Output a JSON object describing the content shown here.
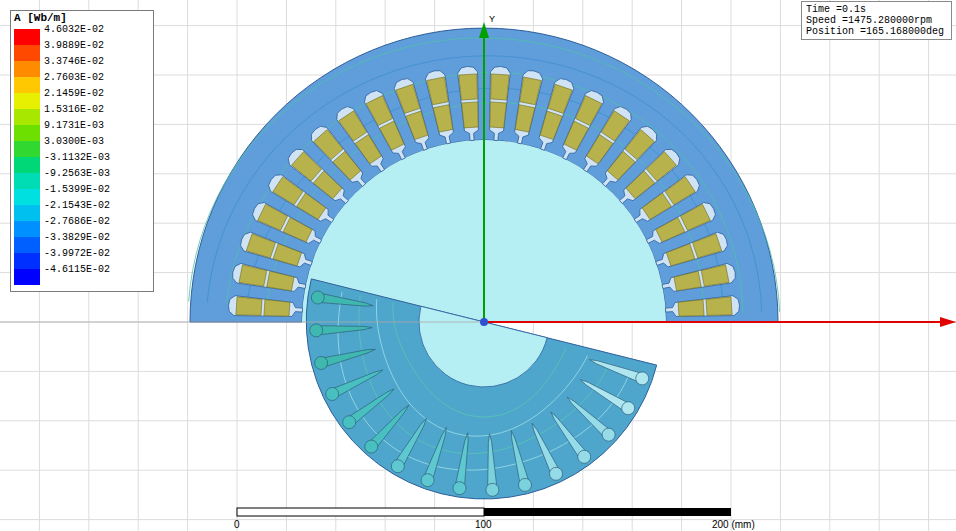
{
  "diagram": {
    "nodes": [
      {
        "text": [
          "Time =0.1s",
          "Speed =1475.280000rpm",
          "Position =165.168000deg"
        ]
      }
    ],
    "labels": [
      "A [Wb/m]",
      "Y",
      "0",
      "100",
      "200 (mm)"
    ],
    "legend": [
      {
        "text": "4.6032E-02",
        "color": "#ff0000"
      },
      {
        "text": "3.9889E-02",
        "color": "#ff4800"
      },
      {
        "text": "3.3746E-02",
        "color": "#ff8c00"
      },
      {
        "text": "2.7603E-02",
        "color": "#ffc800"
      },
      {
        "text": "2.1459E-02",
        "color": "#e6f000"
      },
      {
        "text": "1.5316E-02",
        "color": "#a8e800"
      },
      {
        "text": "9.1731E-03",
        "color": "#6ee000"
      },
      {
        "text": "3.0300E-03",
        "color": "#30d830"
      },
      {
        "text": "-3.1132E-03",
        "color": "#00d878"
      },
      {
        "text": "-9.2563E-03",
        "color": "#00dcb4"
      },
      {
        "text": "-1.5399E-02",
        "color": "#00e0e0"
      },
      {
        "text": "-2.1543E-02",
        "color": "#00c0f0"
      },
      {
        "text": "-2.7686E-02",
        "color": "#0090ff"
      },
      {
        "text": "-3.3829E-02",
        "color": "#0060ff"
      },
      {
        "text": "-3.9972E-02",
        "color": "#0030ff"
      },
      {
        "text": "-4.6115E-02",
        "color": "#0000ff"
      }
    ]
  }
}
